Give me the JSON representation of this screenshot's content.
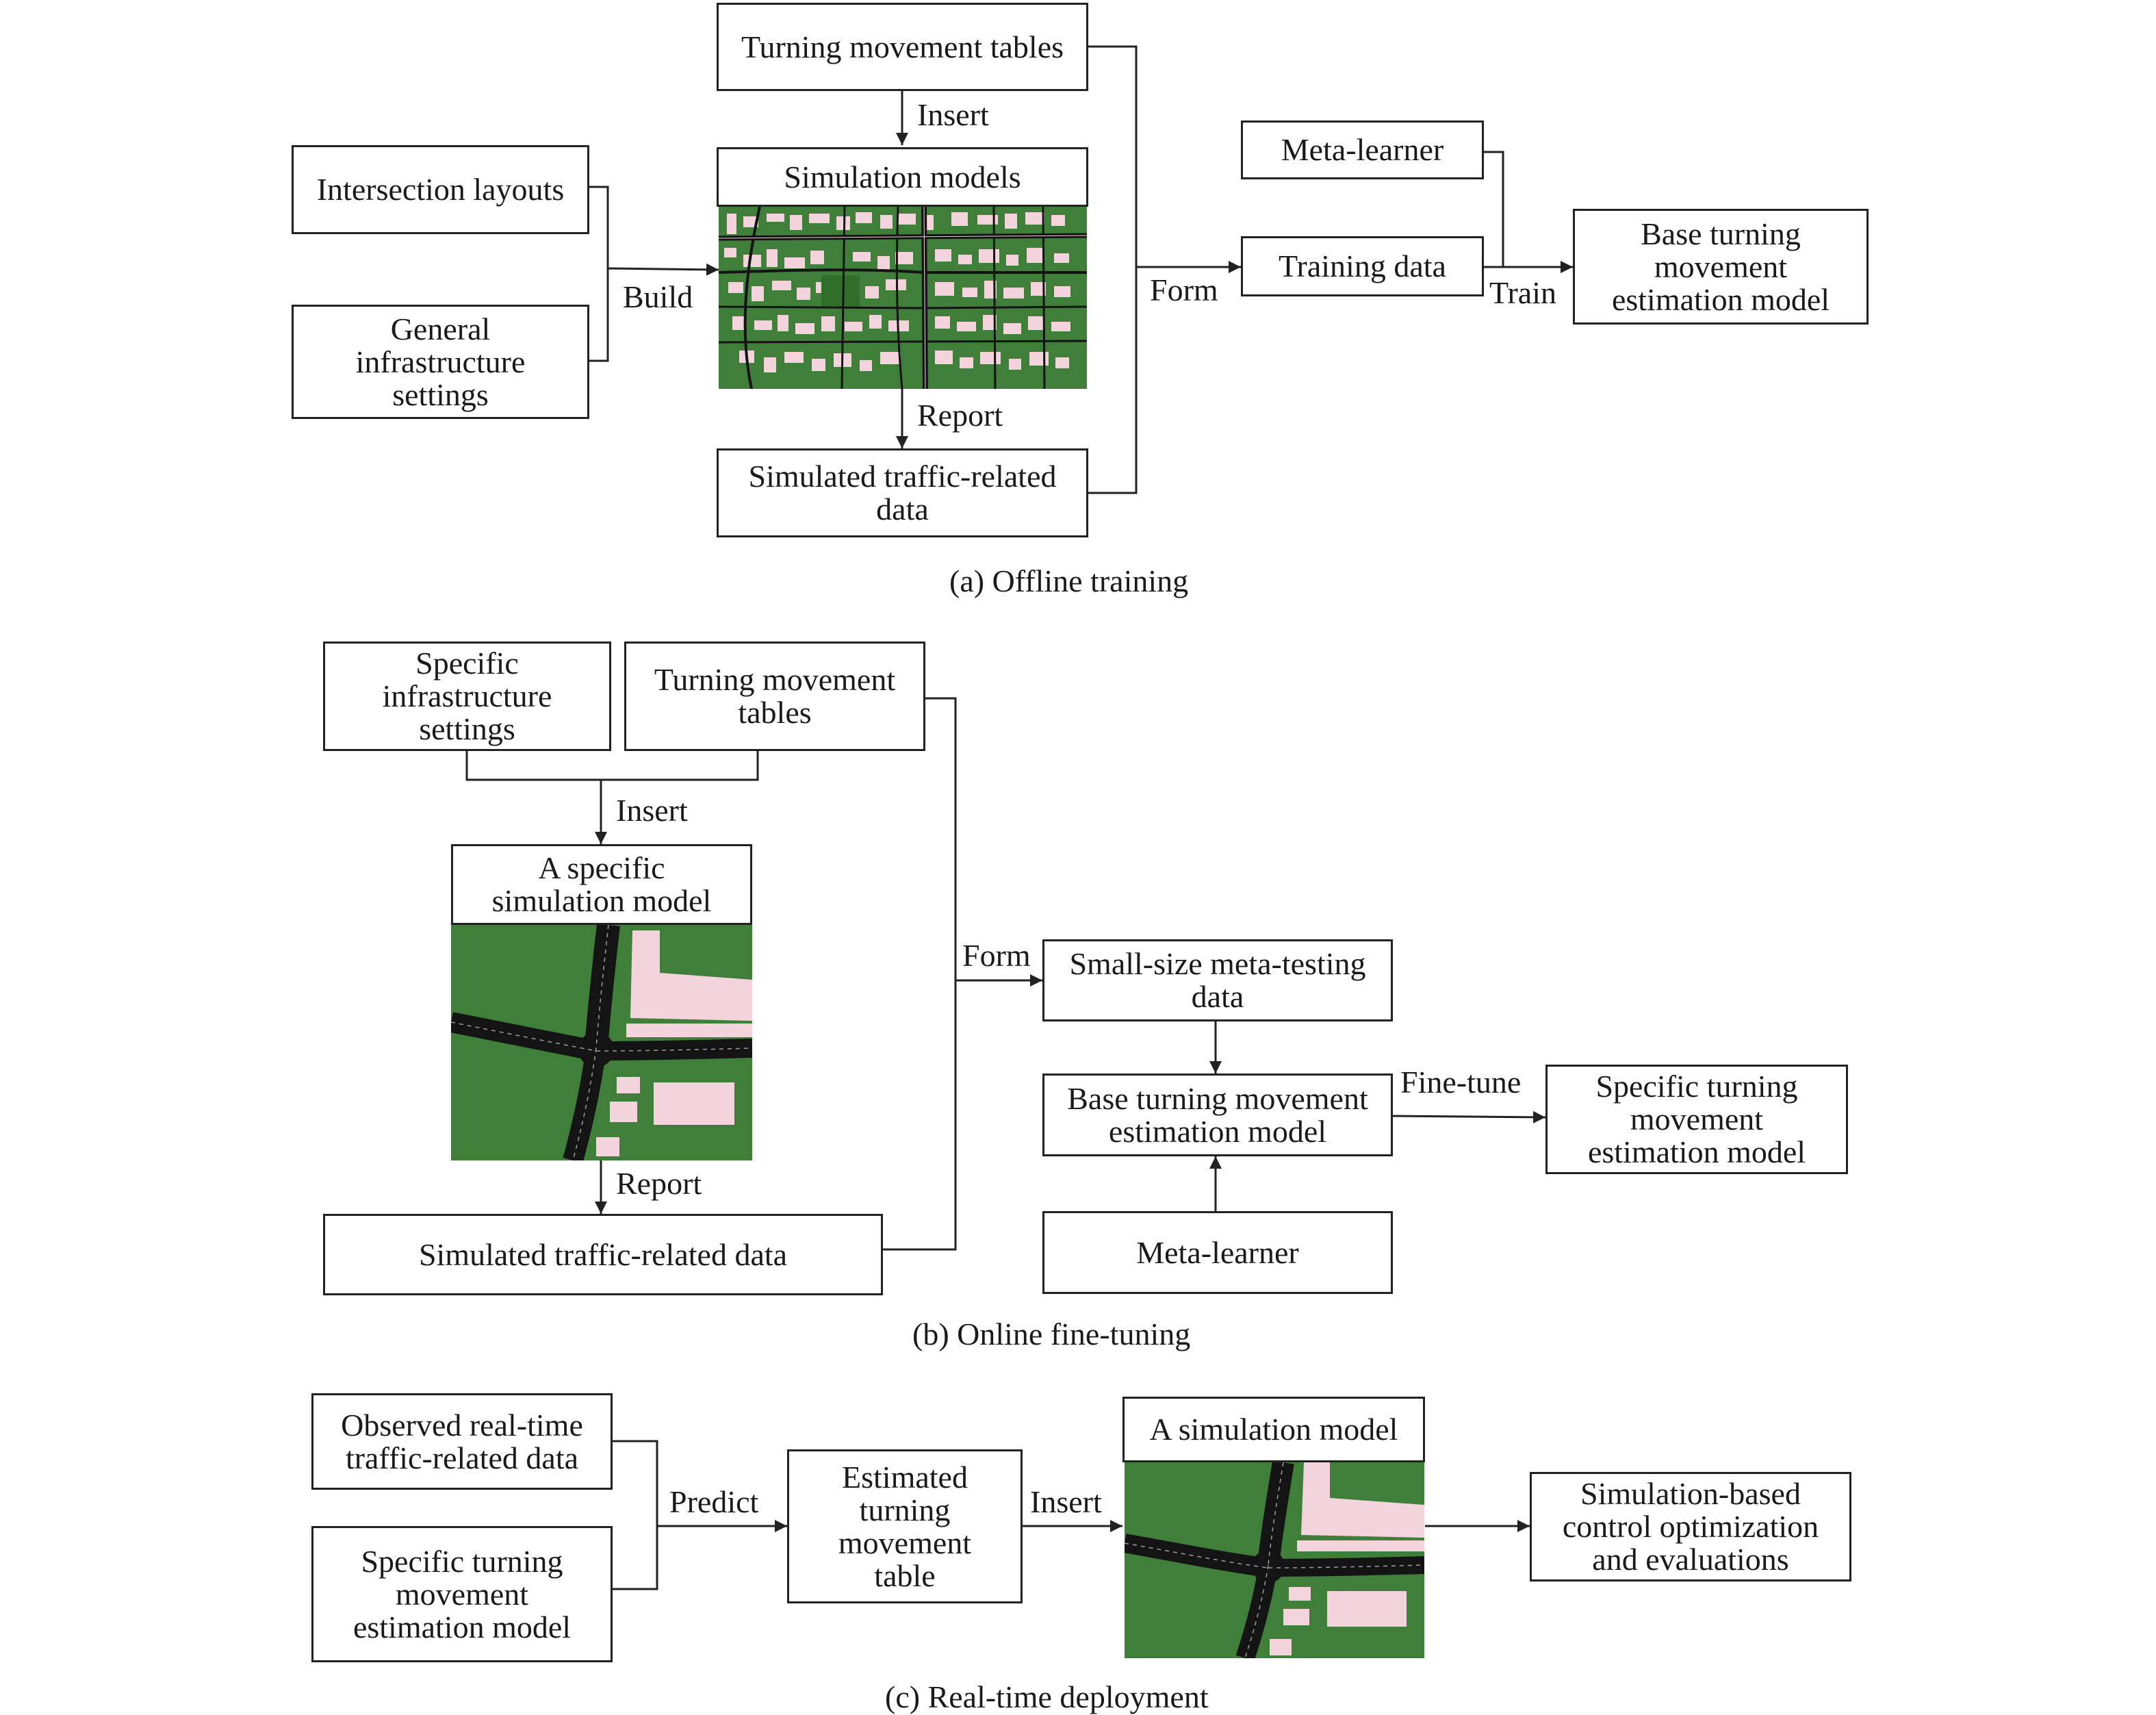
{
  "offline": {
    "caption": "(a) Offline training",
    "tmt": "Turning movement tables",
    "insert": "Insert",
    "intersection_layouts": "Intersection layouts",
    "general_settings": "General\ninfrastructure\nsettings",
    "build": "Build",
    "sim_models": "Simulation models",
    "report": "Report",
    "sim_data": "Simulated traffic-related\ndata",
    "form": "Form",
    "meta_learner": "Meta-learner",
    "training_data": "Training data",
    "train": "Train",
    "base_model": "Base turning\nmovement\nestimation model"
  },
  "online": {
    "caption": "(b) Online fine-tuning",
    "specific_settings": "Specific\ninfrastructure\nsettings",
    "tmt": "Turning movement\ntables",
    "insert": "Insert",
    "specific_sim": "A specific\nsimulation model",
    "report": "Report",
    "sim_data": "Simulated traffic-related data",
    "form": "Form",
    "meta_test": "Small-size meta-testing\ndata",
    "base_model": "Base turning movement\nestimation model",
    "fine_tune": "Fine-tune",
    "specific_model": "Specific turning\nmovement\nestimation model",
    "meta_learner": "Meta-learner"
  },
  "realtime": {
    "caption": "(c) Real-time deployment",
    "observed": "Observed real-time\ntraffic-related data",
    "specific_model": "Specific turning\nmovement\nestimation model",
    "predict": "Predict",
    "estimated": "Estimated\nturning\nmovement\ntable",
    "insert": "Insert",
    "a_sim": "A simulation model",
    "control": "Simulation-based\ncontrol optimization\nand evaluations"
  },
  "colors": {
    "grass": "#3f7f3a",
    "road": "#141414",
    "building": "#f3d4dc",
    "line": "#222222"
  }
}
